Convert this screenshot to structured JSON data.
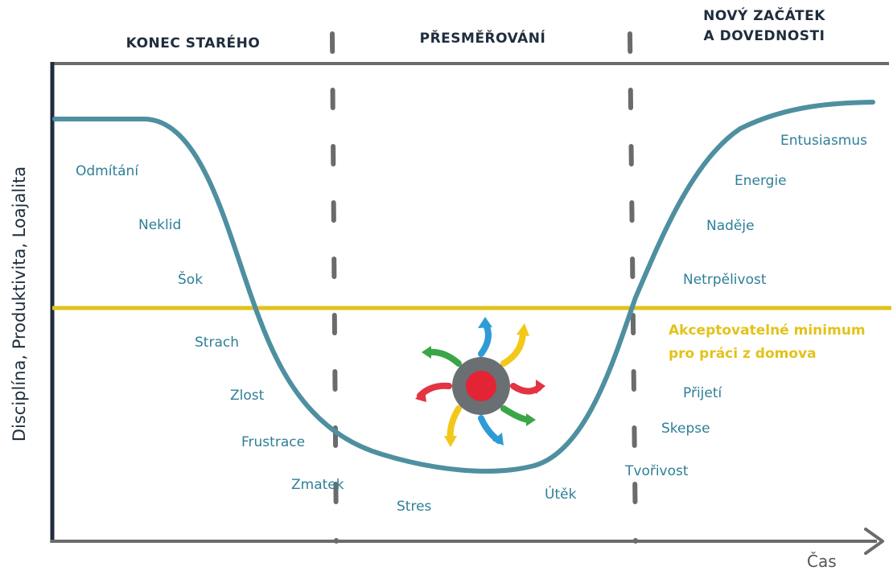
{
  "phases": {
    "ending": "KONEC STARÉHO",
    "redirect": "PŘESMĚŘOVÁNÍ",
    "new_line1": "NOVÝ ZAČÁTEK",
    "new_line2": "A DOVEDNOSTI"
  },
  "axes": {
    "y_label": "Disciplína, Produktivita, Loajalita",
    "x_label": "Čas"
  },
  "minimum": {
    "line1": "Akceptovatelné minimum",
    "line2": "pro práci z domova"
  },
  "labels": {
    "odmitani": "Odmítání",
    "neklid": "Neklid",
    "sok": "Šok",
    "strach": "Strach",
    "zlost": "Zlost",
    "frustrace": "Frustrace",
    "zmatek": "Zmatek",
    "stres": "Stres",
    "utek": "Útěk",
    "tvorivost": "Tvořivost",
    "skepse": "Skepse",
    "prijeti": "Přijetí",
    "netrpelivost": "Netrpělivost",
    "nadeje": "Naděje",
    "energie": "Energie",
    "entusiasmus": "Entusiasmus"
  },
  "colors": {
    "curve": "#4e8fa0",
    "minimum_line": "#e3c21b",
    "axis": "#1f2d3d",
    "frame": "#6b6b6b",
    "label": "#2e7f98"
  }
}
